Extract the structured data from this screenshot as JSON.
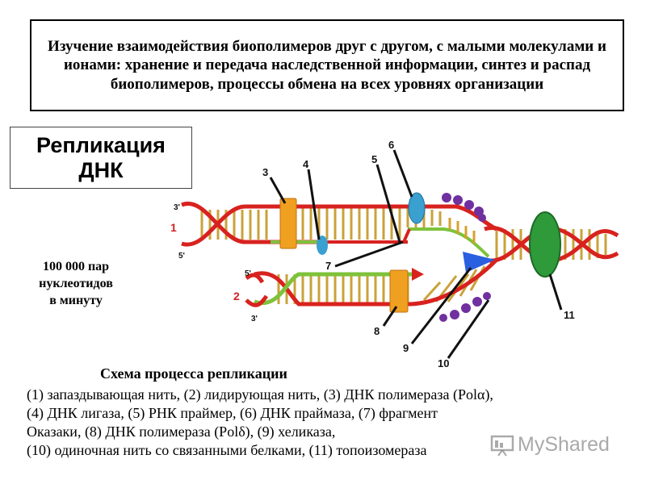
{
  "header": {
    "text": "Изучение взаимодействия биополимеров друг с другом, с малыми молекулами и ионами: хранение и передача наследственной информации, синтез и распад биополимеров, процессы обмена на всех уровнях организации"
  },
  "title": "Репликация\nДНК",
  "rate": "100 000 пар\nнуклеотидов\nв минуту",
  "diagram": {
    "strand_labels": [
      "1",
      "2"
    ],
    "end_labels": [
      "3'",
      "5'",
      "5'",
      "3'"
    ],
    "callouts": [
      "3",
      "4",
      "5",
      "6",
      "7",
      "8",
      "9",
      "10",
      "11"
    ]
  },
  "caption": {
    "title": "Схема процесса репликации",
    "lines": [
      "(1) запаздывающая нить, (2) лидирующая нить, (3) ДНК полимераза (Polα),",
      "(4) ДНК лигаза, (5) РНК праймер, (6) ДНК праймаза, (7) фрагмент",
      "Оказаки, (8) ДНК полимераза (Polδ), (9) хеликаза,",
      "(10) одиночная нить со связанными белками, (11) топоизомераза"
    ]
  },
  "watermark": {
    "text": "MyShared",
    "icon": "presentation-board-icon"
  },
  "colors": {
    "red_strand": "#d8221e",
    "rungs": "#c9a23a",
    "green": "#7ec23a",
    "polymerase": "#f0a020",
    "primase": "#3aa0d0",
    "helicase": "#2a5fe0",
    "topoisomerase": "#2e9a3a",
    "ssb": "#7030a0"
  }
}
